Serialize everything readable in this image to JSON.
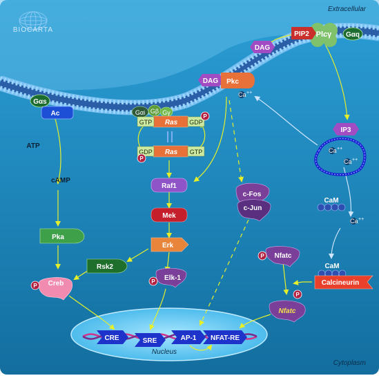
{
  "regions": {
    "extracellular": "Extracellular",
    "cytoplasm": "Cytoplasm",
    "nucleus": "Nucleus"
  },
  "logo": {
    "text": "BIOCARTA"
  },
  "nodes": {
    "pip2": "PIP2",
    "plc": "Plcγ",
    "gaq": "Gαq",
    "dag_top": "DAG",
    "dag_mem": "DAG",
    "pkc": "Pkc",
    "ca_pkc": "Ca",
    "gas": "Gαs",
    "ac": "Ac",
    "gai": "Gαi",
    "gb": "Gβ",
    "gg": "Gγ",
    "gtp1": "GTP",
    "ras1": "Ras",
    "gdp1": "GDP",
    "gdp2": "GDP",
    "ras2": "Ras",
    "gtp2": "GTP",
    "atp": "ATP",
    "camp": "cAMP",
    "raf1": "Raf1",
    "mek": "Mek",
    "erk": "Erk",
    "elk1": "Elk-1",
    "pka": "Pka",
    "rsk2": "Rsk2",
    "creb": "Creb",
    "cfos": "c-Fos",
    "cjun": "c-Jun",
    "ip3": "IP3",
    "ca_er1": "Ca",
    "ca_er2": "Ca",
    "cam1": "CaM",
    "ca_cyt": "Ca",
    "nfatc": "Nfatc",
    "cam2": "CaM",
    "calcineurin": "Calcineurin",
    "nfatc_active": "Nfatc"
  },
  "superscripts": {
    "ca": "++"
  },
  "phosphate": "P",
  "dna_sites": {
    "cre": "CRE",
    "sre": "SRE",
    "ap1": "AP-1",
    "nfatre": "NFAT-RE"
  },
  "colors": {
    "background": "#1a7bb0",
    "arrow": "#e6f02a",
    "membrane": "#4a8fd6",
    "nucleus": "#4ec1ef"
  }
}
